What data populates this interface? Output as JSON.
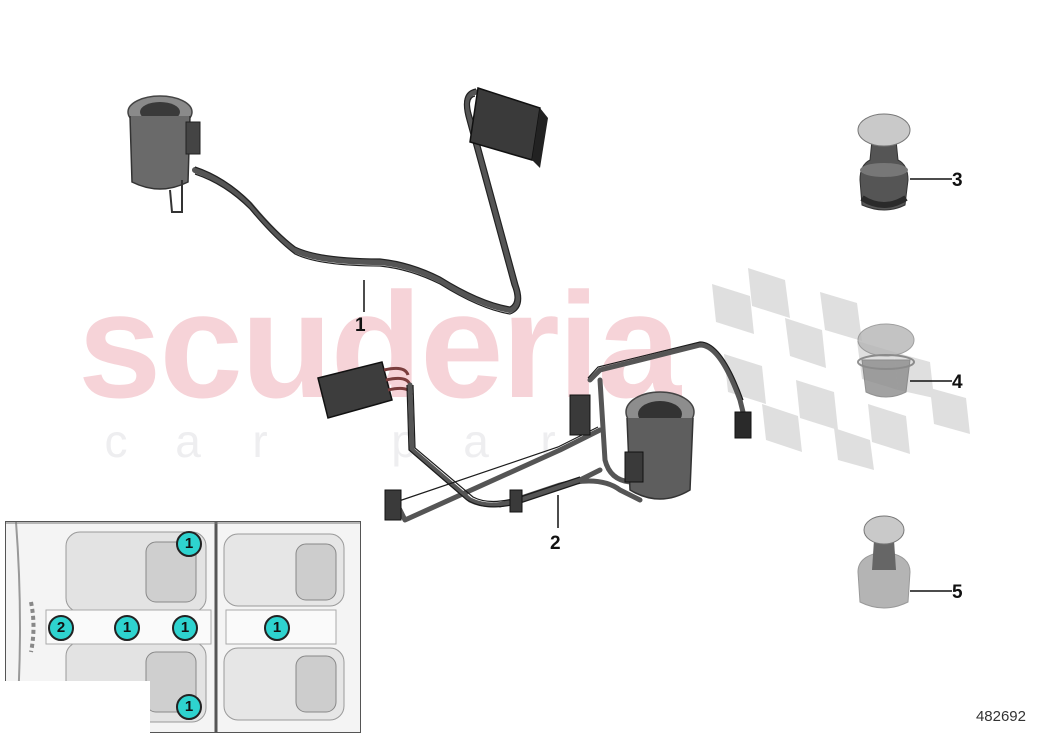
{
  "watermark": {
    "brand": "scuderia",
    "subtitle_letters": [
      "c",
      "a",
      "r",
      "",
      "p",
      "a",
      "r"
    ],
    "brand_color": "#f6d3d8",
    "flag_color": "#d9d9d9"
  },
  "parts": [
    {
      "id": "1",
      "label": "1",
      "description": "socket with wiring harness, single"
    },
    {
      "id": "2",
      "label": "2",
      "description": "socket with wiring harness, rear console"
    },
    {
      "id": "3",
      "label": "3",
      "description": "cigarette lighter insert"
    },
    {
      "id": "4",
      "label": "4",
      "description": "cover cap, transparent"
    },
    {
      "id": "5",
      "label": "5",
      "description": "lighter with housing"
    }
  ],
  "inset": {
    "title": "vehicle interior location map",
    "badge_color": "#2ed3cf",
    "badges": [
      {
        "label": "1",
        "position": "front-left"
      },
      {
        "label": "2",
        "position": "dashboard-center"
      },
      {
        "label": "1",
        "position": "front-console"
      },
      {
        "label": "1",
        "position": "center-console"
      },
      {
        "label": "1",
        "position": "rear-console"
      },
      {
        "label": "1",
        "position": "front-right"
      }
    ]
  },
  "reference_number": "482692"
}
